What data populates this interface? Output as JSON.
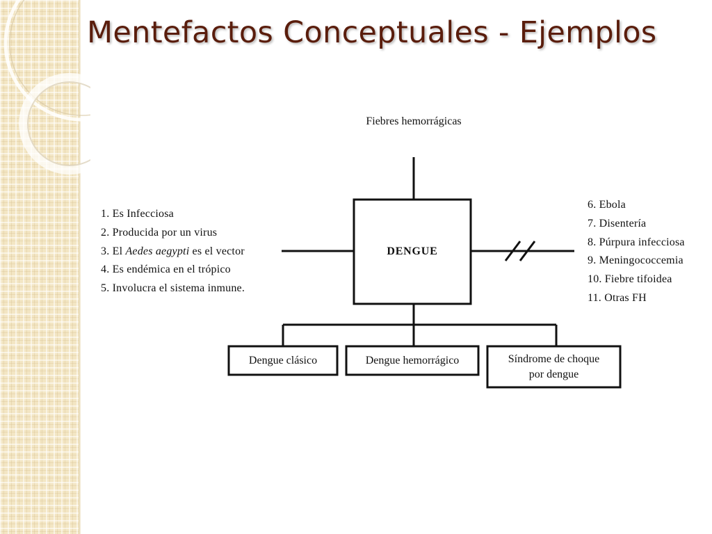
{
  "slide": {
    "title": "Mentefactos Conceptuales - Ejemplos"
  },
  "diagram": {
    "superordinate": "Fiebres hemorrágicas",
    "central_concept": "DENGUE",
    "isoordinates": [
      {
        "num": "1.",
        "text": "Es Infecciosa"
      },
      {
        "num": "2.",
        "text": "Producida por un virus"
      },
      {
        "num": "3.",
        "pre": "El",
        "italic": "Aedes aegypti",
        "post": "es el vector"
      },
      {
        "num": "4.",
        "text": "Es endémica en el trópico"
      },
      {
        "num": "5.",
        "text": "Involucra el sistema inmune."
      }
    ],
    "exclusions": [
      "6. Ebola",
      "7. Disentería",
      "8. Púrpura infecciosa",
      "9. Meningococcemia",
      "10. Fiebre tifoidea",
      "11. Otras FH"
    ],
    "infraordinates": [
      "Dengue clásico",
      "Dengue hemorrágico",
      "Síndrome de choque por dengue"
    ]
  },
  "colors": {
    "title": "#5a1d0c",
    "sidebar": "#f3e6c4",
    "lines": "#111111"
  }
}
